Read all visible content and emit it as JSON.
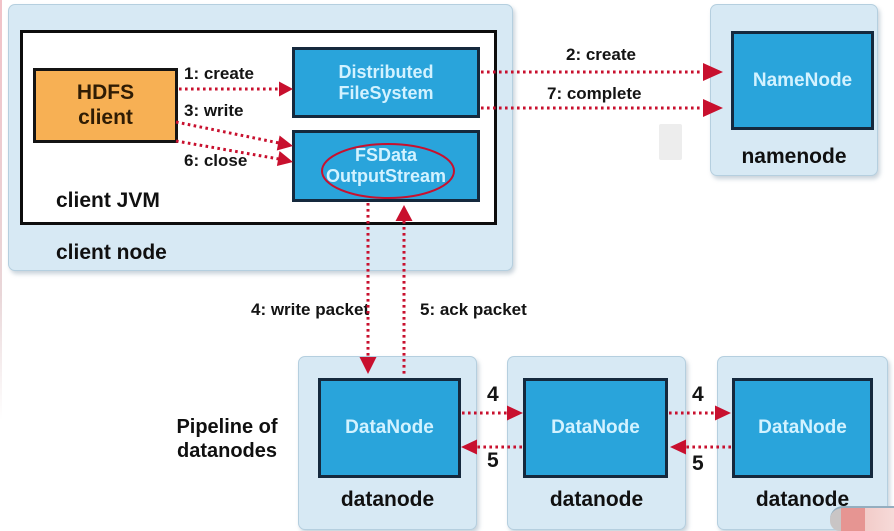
{
  "client_node": {
    "label": "client node",
    "jvm_label": "client JVM",
    "hdfs_client_label": "HDFS\nclient",
    "distributed_filesystem_label": "Distributed\nFileSystem",
    "fsdata_outputstream_label": "FSData\nOutputStream"
  },
  "namenode": {
    "box_label": "NameNode",
    "label": "namenode"
  },
  "pipeline_label": "Pipeline of\ndatanodes",
  "datanodes": [
    {
      "box_label": "DataNode",
      "label": "datanode"
    },
    {
      "box_label": "DataNode",
      "label": "datanode"
    },
    {
      "box_label": "DataNode",
      "label": "datanode"
    }
  ],
  "arrow_labels": {
    "step1": "1: create",
    "step3": "3: write",
    "step6": "6: close",
    "step2": "2: create",
    "step7": "7: complete",
    "step4_packet": "4: write packet",
    "step5_packet": "5: ack packet",
    "dn1_to_dn2": "4",
    "dn2_to_dn1": "5",
    "dn2_to_dn3": "4",
    "dn3_to_dn2": "5"
  },
  "colors": {
    "container_blue": "#d7e9f4",
    "node_blue": "#29a4db",
    "client_orange": "#f7b054",
    "arrow_red": "#c8102e"
  }
}
